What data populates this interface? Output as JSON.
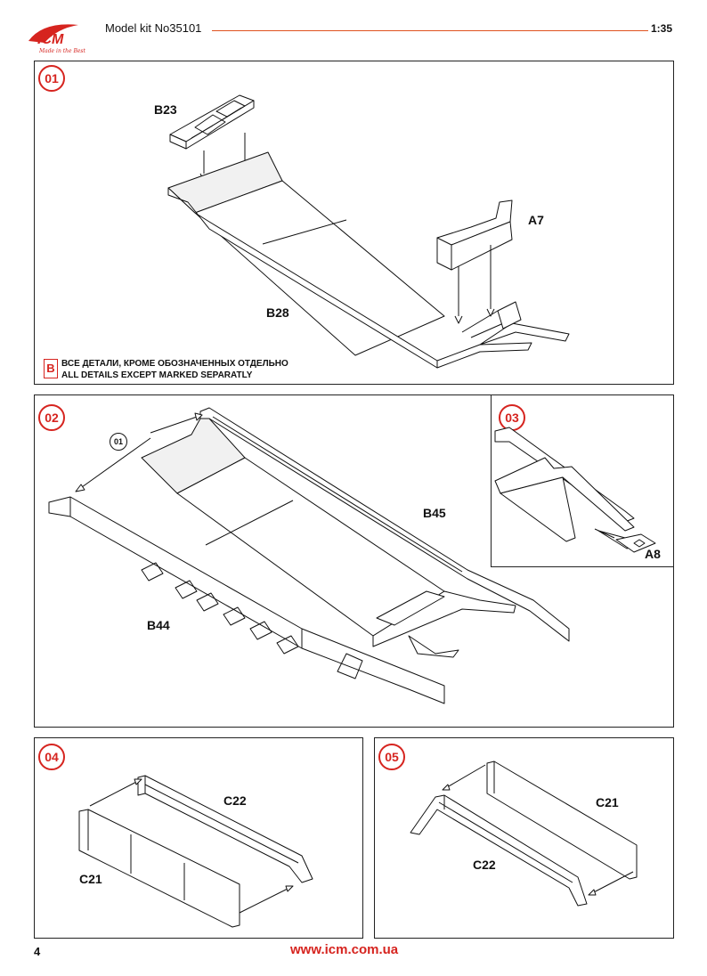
{
  "header": {
    "logo_text": "ICM",
    "logo_tagline": "Made in the Best",
    "model_kit": "Model kit No35101",
    "scale": "1:35"
  },
  "steps": [
    {
      "number": "01",
      "labels": [
        "B23",
        "A7",
        "B28"
      ],
      "note": {
        "icon": "B",
        "ru": "ВСЕ ДЕТАЛИ, КРОМЕ ОБОЗНАЧЕННЫХ ОТДЕЛЬНО",
        "en": "ALL DETAILS EXCEPT MARKED SEPARATLY"
      }
    },
    {
      "number": "02",
      "subassembly_ref": "01",
      "labels": [
        "B45",
        "B44"
      ]
    },
    {
      "number": "03",
      "labels": [
        "A8"
      ]
    },
    {
      "number": "04",
      "labels": [
        "C22",
        "C21"
      ]
    },
    {
      "number": "05",
      "labels": [
        "C21",
        "C22"
      ]
    }
  ],
  "colors": {
    "accent": "#d6241f",
    "header_line": "#e0521f"
  },
  "footer": {
    "page": "4",
    "url": "www.icm.com.ua"
  }
}
